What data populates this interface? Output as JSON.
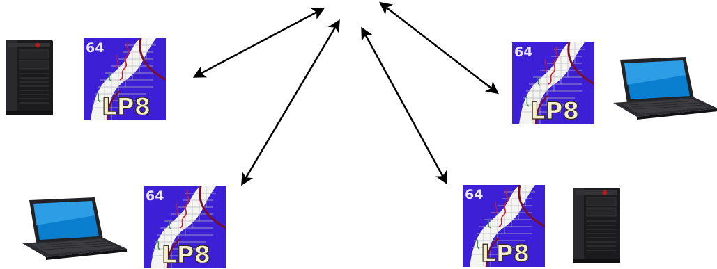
{
  "diagram": {
    "logo": {
      "corner_text": "64",
      "main_text": "LP8",
      "colors": {
        "background": "#3d1fd6",
        "corner_text": "#ece6ff",
        "main_text": "#f3f0d0",
        "main_text_outline": "#3a2a10",
        "ribbon": "#f4f4f0",
        "grid": "#b9b9c8",
        "edge": "#7a1024",
        "trace_red": "#cc1b2a",
        "trace_green": "#2f8f4a"
      }
    },
    "nodes": [
      {
        "id": "node-top-left",
        "device": "desktop-tower"
      },
      {
        "id": "node-top-right",
        "device": "laptop"
      },
      {
        "id": "node-bottom-left",
        "device": "laptop"
      },
      {
        "id": "node-bottom-right",
        "device": "desktop-tower"
      }
    ],
    "links": [
      {
        "id": "link-top-left",
        "style": "double-headed-arrow",
        "color": "#000000"
      },
      {
        "id": "link-top-right",
        "style": "double-headed-arrow",
        "color": "#000000"
      },
      {
        "id": "link-bottom-left",
        "style": "double-headed-arrow",
        "color": "#000000"
      },
      {
        "id": "link-bottom-right",
        "style": "double-headed-arrow",
        "color": "#000000"
      }
    ],
    "icons": {
      "desktop": "desktop-tower-icon",
      "laptop": "laptop-icon",
      "logo": "lp8-logo"
    }
  }
}
